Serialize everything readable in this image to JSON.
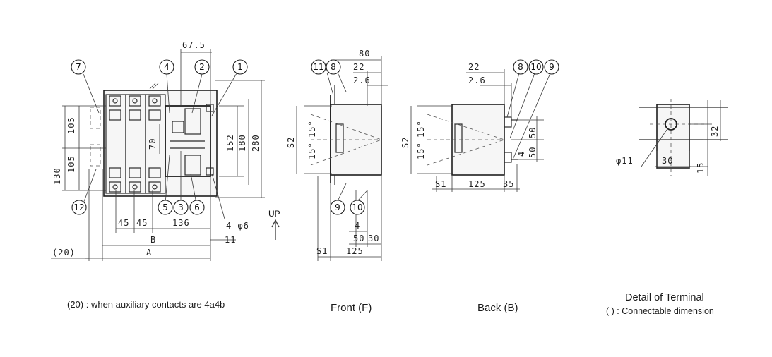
{
  "top_view": {
    "dimensions": [
      "67.5",
      "105",
      "105",
      "70",
      "130",
      "152",
      "180",
      "280",
      "45",
      "45",
      "136",
      "B",
      "A",
      "(20)",
      "4-φ6",
      "11"
    ],
    "callouts": [
      "7",
      "4",
      "2",
      "1",
      "12",
      "5",
      "3",
      "6"
    ],
    "up_label": "UP"
  },
  "front_view": {
    "dimensions": [
      "80",
      "22",
      "2.6",
      "S2",
      "15°",
      "15°",
      "4",
      "50",
      "30",
      "S1",
      "125"
    ],
    "callouts": [
      "11",
      "8",
      "9",
      "10"
    ]
  },
  "back_view": {
    "dimensions": [
      "22",
      "2.6",
      "S2",
      "15°",
      "15°",
      "S1",
      "125",
      "35",
      "4",
      "50",
      "50"
    ],
    "callouts": [
      "8",
      "10",
      "9"
    ]
  },
  "terminal_detail": {
    "dimensions": [
      "φ11",
      "30",
      "15",
      "32"
    ]
  },
  "captions": {
    "note": "(20) : when auxiliary contacts are 4a4b",
    "front": "Front (F)",
    "back": "Back (B)",
    "detail_title": "Detail of Terminal",
    "detail_note": "(    ) : Connectable dimension"
  }
}
